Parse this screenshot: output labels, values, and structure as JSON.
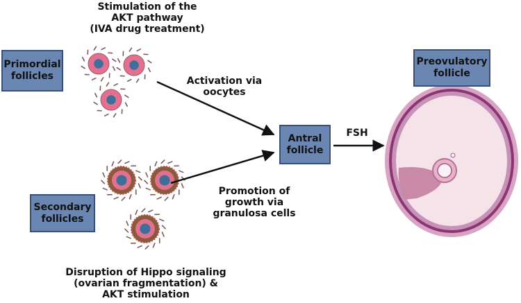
{
  "top_caption": {
    "line1": "Stimulation of the",
    "line2": "AKT pathway",
    "line3": "(IVA drug treatment)"
  },
  "bottom_caption": {
    "line1": "Disruption of Hippo signaling",
    "line2": "(ovarian fragmentation) &",
    "line3": "AKT stimulation"
  },
  "boxes": {
    "primordial": {
      "line1": "Primordial",
      "line2": "follicles"
    },
    "secondary": {
      "line1": "Secondary",
      "line2": "follicles"
    },
    "antral": {
      "line1": "Antral",
      "line2": "follicle"
    },
    "preovulatory": {
      "line1": "Preovulatory",
      "line2": "follicle"
    }
  },
  "labels": {
    "activation": {
      "line1": "Activation via",
      "line2": "oocytes"
    },
    "promotion": {
      "line1": "Promotion of",
      "line2": "growth via",
      "line3": "granulosa cells"
    },
    "fsh": "FSH"
  },
  "colors": {
    "box_fill": "#6a86b3",
    "oocyte": "#3d6f9a",
    "granulosa_pink": "#e2708f",
    "secondary_ring": "#8a5a3c",
    "ovary_wall": "#8c3573",
    "antrum": "#f6e3ea"
  }
}
